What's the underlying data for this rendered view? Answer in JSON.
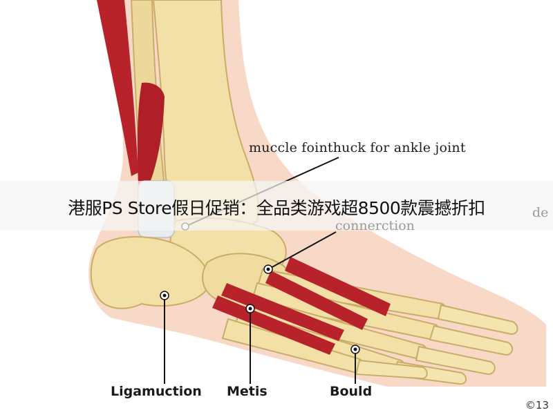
{
  "labels": {
    "muscle_label": "muccle fointhuck for ankle joint",
    "connection_label": "connerction",
    "connection_partial_right": "de",
    "ligament_label": "Ligamuction",
    "metis_label": "Metis",
    "bould_label": "Bould"
  },
  "banner": {
    "text": "港服PS Store假日促销：全品类游戏超8500款震撼折扣"
  },
  "watermark": {
    "copyright": "©13"
  },
  "colors": {
    "bone": "#f1dfa6",
    "bone_shadow": "#d8c07c",
    "muscle": "#b8232b",
    "skin": "#f6c8ae",
    "skin_light": "#fbe3d4",
    "leader": "#111111"
  }
}
